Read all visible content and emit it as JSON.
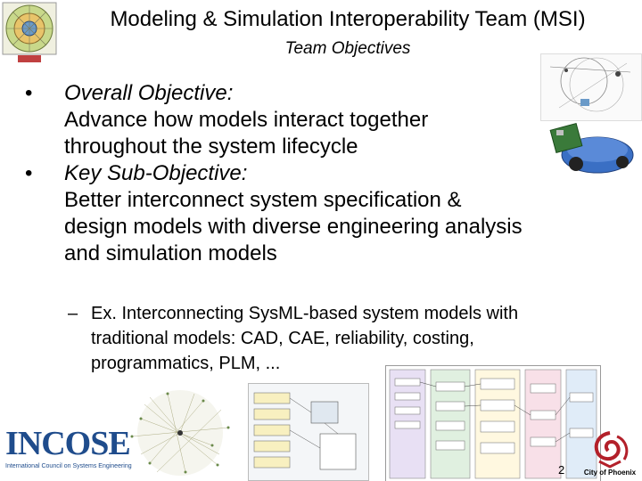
{
  "slide": {
    "title": "Modeling & Simulation Interoperability Team (MSI)",
    "subtitle": "Team Objectives",
    "bullets": [
      {
        "marker": "•",
        "heading": "Overall Objective:",
        "lines": [
          "Advance how models interact together",
          "throughout the system lifecycle"
        ]
      },
      {
        "marker": "•",
        "heading": "Key Sub-Objective:",
        "lines": [
          "Better interconnect system specification &",
          "design models with diverse engineering analysis",
          "and simulation models"
        ]
      }
    ],
    "sub_bullet": {
      "marker": "–",
      "lines": [
        "Ex. Interconnecting SysML-based system models with",
        "traditional models: CAD, CAE, reliability, costing,",
        "programmatics, PLM, ..."
      ]
    },
    "page_number": "2",
    "footer": {
      "incose_logo": "INCOSE",
      "incose_tagline": "International Council on Systems Engineering",
      "phoenix_logo": "City of Phoenix"
    },
    "colors": {
      "incose_blue": "#1f4c8c",
      "phoenix_red": "#b3202a",
      "robot_blue": "#3a6fc4"
    },
    "icons": [
      "msi-wheel-logo",
      "orbit-diagram-image",
      "robot-image",
      "network-graph-image",
      "uml-diagram-image",
      "flowchart-image",
      "incose-logo",
      "phoenix-logo"
    ]
  }
}
